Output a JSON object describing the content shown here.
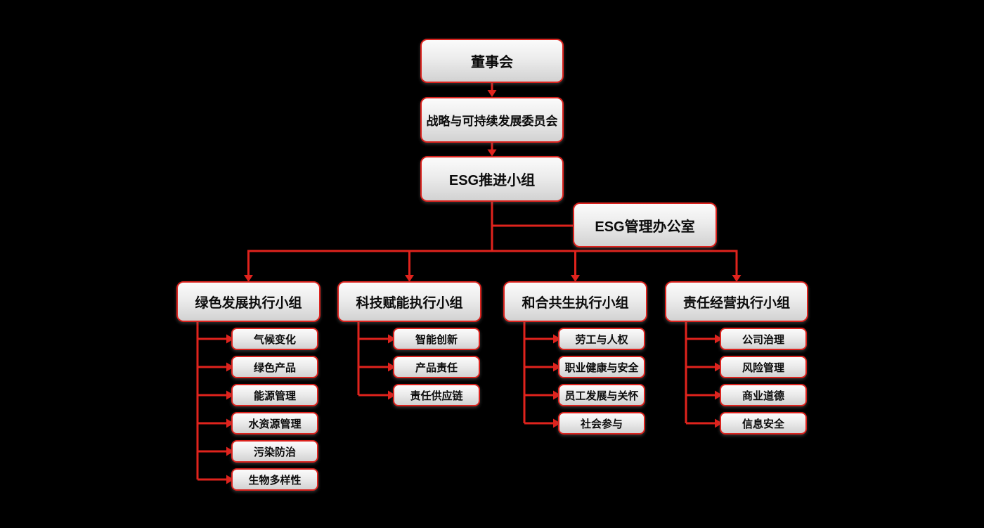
{
  "org_chart": {
    "nodes": {
      "board": "董事会",
      "committee": "战略与可持续发展委员会",
      "esg_team": "ESG推进小组",
      "esg_office": "ESG管理办公室"
    },
    "groups": [
      {
        "label": "绿色发展执行小组",
        "children": [
          "气候变化",
          "绿色产品",
          "能源管理",
          "水资源管理",
          "污染防治",
          "生物多样性"
        ]
      },
      {
        "label": "科技赋能执行小组",
        "children": [
          "智能创新",
          "产品责任",
          "责任供应链"
        ]
      },
      {
        "label": "和合共生执行小组",
        "children": [
          "劳工与人权",
          "职业健康与安全",
          "员工发展与关怀",
          "社会参与"
        ]
      },
      {
        "label": "责任经营执行小组",
        "children": [
          "公司治理",
          "风险管理",
          "商业道德",
          "信息安全"
        ]
      }
    ],
    "colors": {
      "background": "#000000",
      "connector": "#e0231d",
      "box_border": "#da231e",
      "text": "#0b0b0b"
    }
  }
}
